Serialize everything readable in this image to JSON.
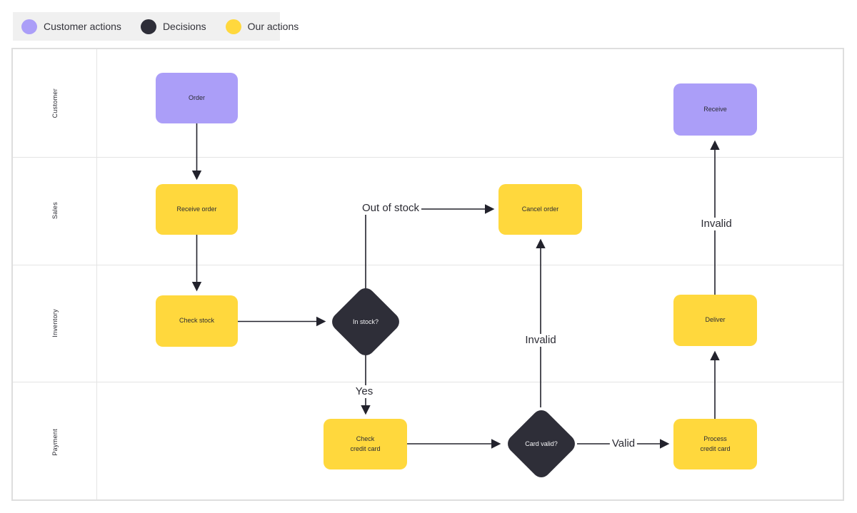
{
  "legend": {
    "items": [
      {
        "key": "customer-actions",
        "label": "Customer actions",
        "color": "#ab9ef8"
      },
      {
        "key": "decisions",
        "label": "Decisions",
        "color": "#2e2e38"
      },
      {
        "key": "our-actions",
        "label": "Our actions",
        "color": "#ffd83d"
      }
    ]
  },
  "lanes": [
    {
      "label": "Customer"
    },
    {
      "label": "Sales"
    },
    {
      "label": "Inventory"
    },
    {
      "label": "Payment"
    }
  ],
  "nodes": {
    "order": {
      "label": "Order",
      "type": "customer-action"
    },
    "receive_order": {
      "label": "Receive order",
      "type": "our-action"
    },
    "cancel_order": {
      "label": "Cancel order",
      "type": "our-action"
    },
    "check_stock": {
      "label": "Check stock",
      "type": "our-action"
    },
    "in_stock": {
      "label": "In stock?",
      "type": "decision"
    },
    "deliver": {
      "label": "Deliver",
      "type": "our-action"
    },
    "check_credit_card": {
      "label": "Check\ncredit card",
      "type": "our-action"
    },
    "card_valid": {
      "label": "Card valid?",
      "type": "decision"
    },
    "process_credit_card": {
      "label": "Process\ncredit card",
      "type": "our-action"
    },
    "receive": {
      "label": "Receive",
      "type": "customer-action"
    }
  },
  "edge_labels": {
    "out_of_stock": "Out of stock",
    "yes": "Yes",
    "invalid_to_cancel": "Invalid",
    "valid": "Valid",
    "invalid_to_receive": "Invalid"
  },
  "colors": {
    "customer_action": "#ab9ef8",
    "decision": "#2e2e38",
    "our_action": "#ffd83d",
    "edge_line": "#22222c",
    "lane_border": "#e4e4e4",
    "legend_background": "#f0f0f0"
  }
}
